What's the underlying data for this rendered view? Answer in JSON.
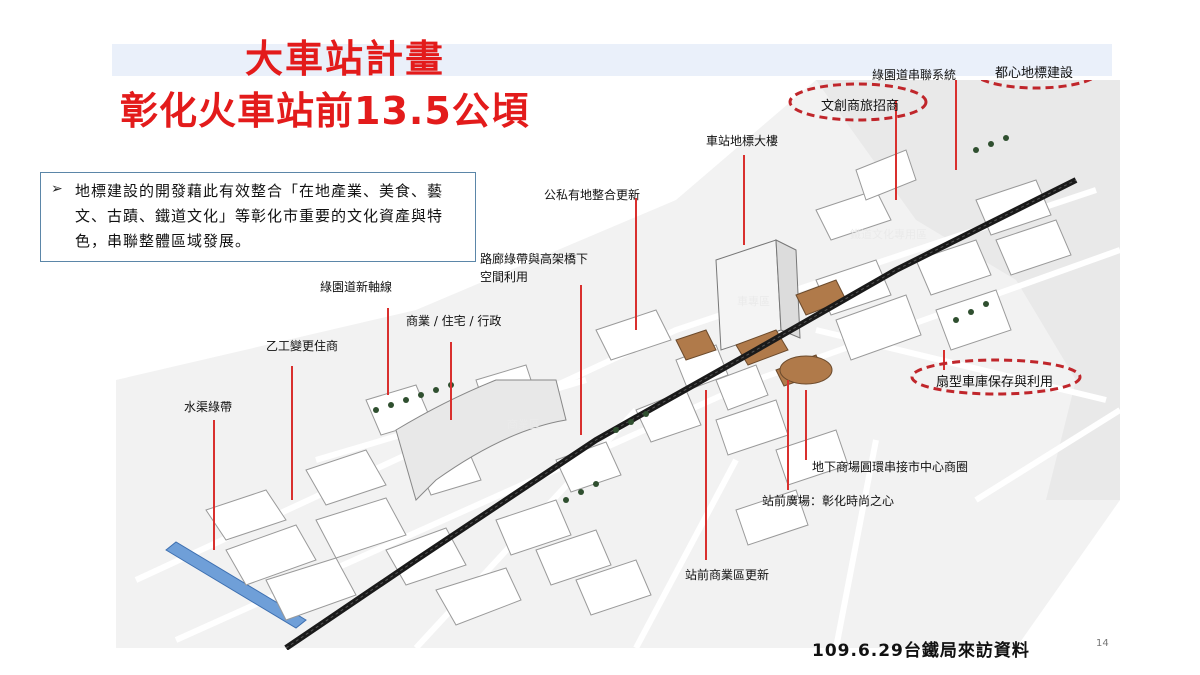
{
  "title": {
    "line1": "大車站計畫",
    "line2": "彰化火車站前13.5公頃"
  },
  "bullet": {
    "marker": "➢",
    "text": "地標建設的開發藉此有效整合「在地產業、美食、藝文、古蹟、鐵道文化」等彰化市重要的文化資產與特色，串聯整體區域發展。"
  },
  "labels": {
    "greenway_link": "綠園道串聯系統",
    "urban_landmark": "都心地標建設",
    "cultural_merchant": "文創商旅招商",
    "station_tower": "車站地標大樓",
    "public_private": "公私有地整合更新",
    "corridor_line1": "路廊綠帶與高架橋下",
    "corridor_line2": "空間利用",
    "greenway_axis": "綠園道新軸線",
    "mixed_use": "商業 / 住宅 / 行政",
    "industrial_change": "乙工變更住商",
    "canal_greenbelt": "水渠綠帶",
    "roundhouse": "扇型車庫保存與利用",
    "underground_mall": "地下商場圓環串接市中心商圈",
    "station_plaza": "站前廣場：彰化時尚之心",
    "station_renewal": "站前商業區更新"
  },
  "map_labels": {
    "station_zone": "車專區",
    "commercial_zone": "商業區",
    "culture_zone": "鐵道文化專用區"
  },
  "footer": {
    "source": "109.6.29台鐵局來訪資料",
    "page": "14"
  },
  "colors": {
    "title_red": "#e31b1b",
    "callout_red": "#c0262b",
    "leader_red": "#d9302e",
    "railway": "#1a1a1a",
    "canal_blue": "#6f9fd8",
    "box_border": "#5b86a8"
  }
}
